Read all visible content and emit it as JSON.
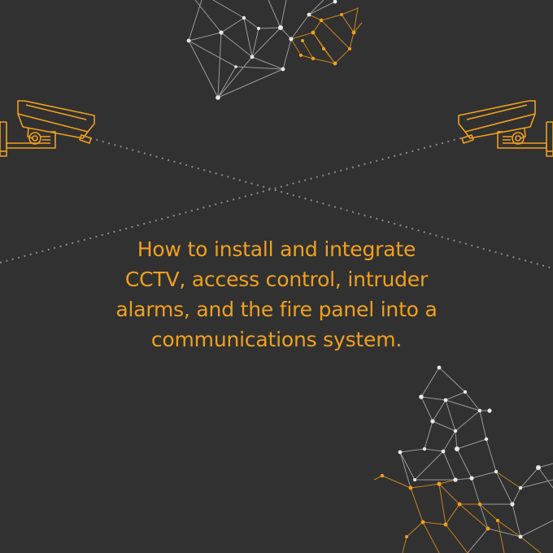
{
  "headline": "How to install and integrate\nCCTV, access control, intruder\nalarms, and the fire panel into a\ncommunications system.",
  "colors": {
    "background": "#313131",
    "accent": "#f0a01e",
    "network_line_light": "#9a9a9a",
    "node_light": "#e8e8e8",
    "dotted_line": "#8a8a8a"
  },
  "icons": {
    "left_camera": "cctv-camera-icon",
    "right_camera": "cctv-camera-icon",
    "top_network": "network-mesh-graphic",
    "bottom_network": "network-mesh-graphic"
  }
}
